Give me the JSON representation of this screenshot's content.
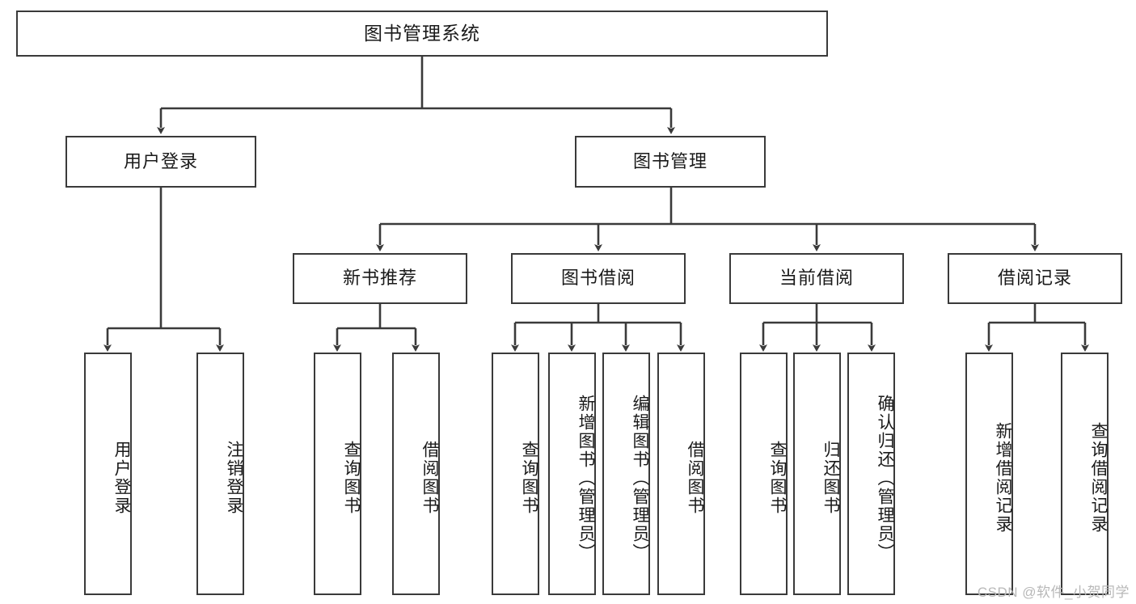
{
  "diagram": {
    "title": "图书管理系统",
    "type": "tree-hierarchy-chart",
    "watermark": "CSDN @软件_小贺同学",
    "stroke_color": "#3a3a3a",
    "background_color": "#ffffff",
    "text_color": "#1a1a1a",
    "watermark_color": "#b8b8b8"
  },
  "nodes": {
    "root": {
      "label": "图书管理系统"
    },
    "level2": [
      {
        "id": "user-login",
        "label": "用户登录"
      },
      {
        "id": "book-management",
        "label": "图书管理"
      }
    ],
    "level3": [
      {
        "id": "new-book-recommend",
        "label": "新书推荐"
      },
      {
        "id": "book-borrow",
        "label": "图书借阅"
      },
      {
        "id": "current-borrow",
        "label": "当前借阅"
      },
      {
        "id": "borrow-record",
        "label": "借阅记录"
      }
    ],
    "leaves": {
      "user_login": [
        {
          "id": "leaf-user-login",
          "label": "用户登录"
        },
        {
          "id": "leaf-logout-login",
          "label": "注销登录"
        }
      ],
      "new_book_recommend": [
        {
          "id": "leaf-query-book-1",
          "label": "查询图书"
        },
        {
          "id": "leaf-borrow-book-1",
          "label": "借阅图书"
        }
      ],
      "book_borrow": [
        {
          "id": "leaf-query-book-2",
          "label": "查询图书"
        },
        {
          "id": "leaf-add-book",
          "label": "新增图书（管理员）"
        },
        {
          "id": "leaf-edit-book",
          "label": "编辑图书（管理员）"
        },
        {
          "id": "leaf-borrow-book-2",
          "label": "借阅图书"
        }
      ],
      "current_borrow": [
        {
          "id": "leaf-query-book-3",
          "label": "查询图书"
        },
        {
          "id": "leaf-return-book",
          "label": "归还图书"
        },
        {
          "id": "leaf-confirm-return",
          "label": "确认归还（管理员）"
        }
      ],
      "borrow_record": [
        {
          "id": "leaf-add-borrow-record",
          "label": "新增借阅记录"
        },
        {
          "id": "leaf-query-borrow-record",
          "label": "查询借阅记录"
        }
      ]
    }
  }
}
